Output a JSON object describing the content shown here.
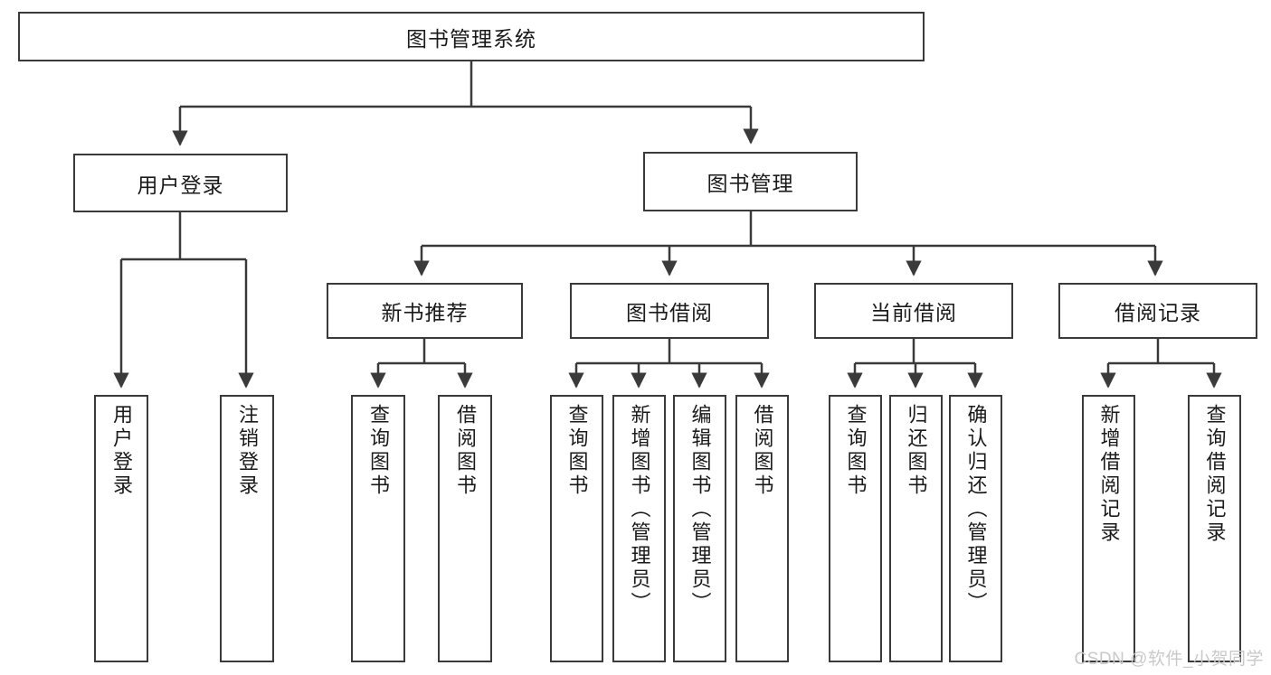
{
  "diagram": {
    "title": "图书管理系统",
    "watermark": "CSDN @软件_小贺同学",
    "line_color": "#3a3a3a",
    "box_fill": "#ffffff",
    "text_color": "#1a1a1a",
    "watermark_color": "#c9c9c9",
    "root": {
      "label": "图书管理系统"
    },
    "level2": [
      {
        "label": "用户登录"
      },
      {
        "label": "图书管理"
      }
    ],
    "level3": [
      {
        "label": "新书推荐"
      },
      {
        "label": "图书借阅"
      },
      {
        "label": "当前借阅"
      },
      {
        "label": "借阅记录"
      }
    ],
    "leaves": {
      "user_login": [
        {
          "label": "用户登录"
        },
        {
          "label": "注销登录"
        }
      ],
      "new_book_recommend": [
        {
          "label": "查询图书"
        },
        {
          "label": "借阅图书"
        }
      ],
      "book_borrow": [
        {
          "label": "查询图书"
        },
        {
          "label": "新增图书（管理员）"
        },
        {
          "label": "编辑图书（管理员）"
        },
        {
          "label": "借阅图书"
        }
      ],
      "current_borrow": [
        {
          "label": "查询图书"
        },
        {
          "label": "归还图书"
        },
        {
          "label": "确认归还（管理员）"
        }
      ],
      "borrow_record": [
        {
          "label": "新增借阅记录"
        },
        {
          "label": "查询借阅记录"
        }
      ]
    }
  }
}
